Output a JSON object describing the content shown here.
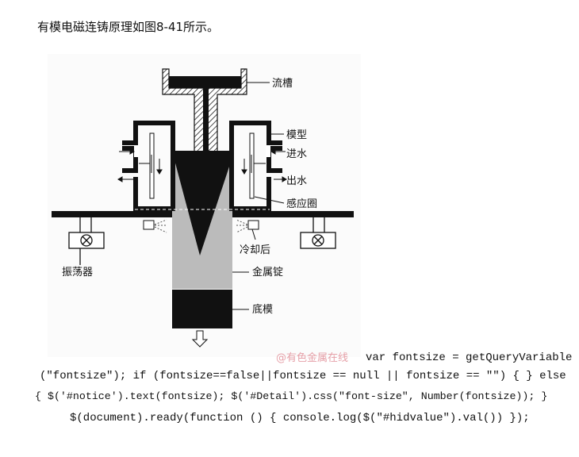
{
  "title": "有模电磁连铸原理如图8-41所示。",
  "figure": {
    "labels": {
      "trough": "流槽",
      "mold": "模型",
      "water_in": "进水",
      "water_out": "出水",
      "coil": "感应圈",
      "cooling": "冷却后",
      "oscillator": "振荡器",
      "ingot": "金属锭",
      "bottom_mold": "底模"
    },
    "watermark": "@有色金属在线"
  },
  "code_lines": [
    "var fontsize = getQueryVariable",
    "(\"fontsize\"); if (fontsize==false||fontsize == null || fontsize == \"\") { } else",
    "{ $('#notice').text(fontsize); $('#Detail').css(\"font-size\", Number(fontsize)); }",
    "$(document).ready(function () { console.log($(\"#hidvalue\").val()) });"
  ]
}
